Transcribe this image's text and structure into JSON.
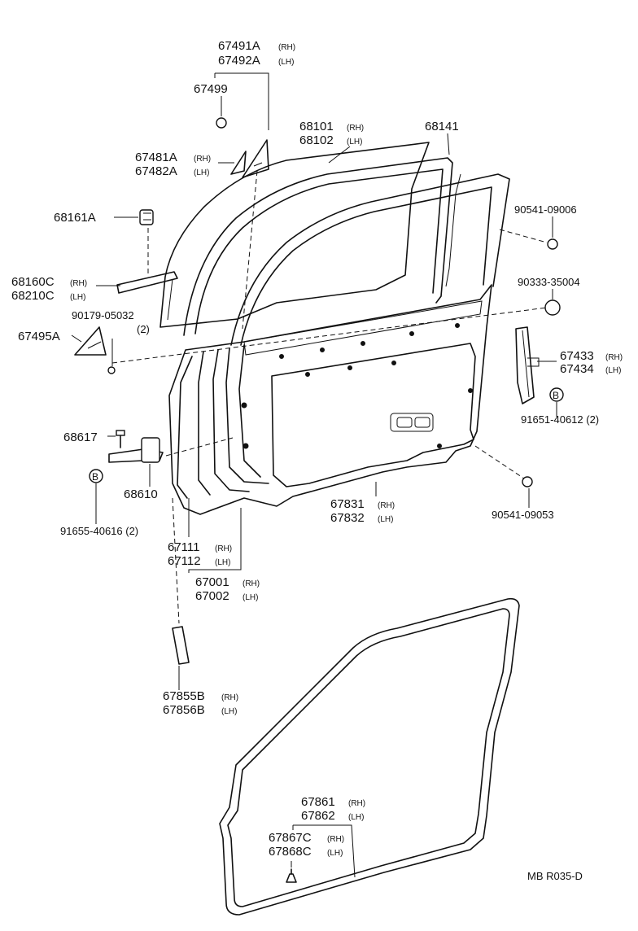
{
  "suffix": {
    "rh": "(RH)",
    "lh": "(LH)"
  },
  "parts": {
    "p67491A": "67491A",
    "p67492A": "67492A",
    "p67499": "67499",
    "p67481A": "67481A",
    "p67482A": "67482A",
    "p68101": "68101",
    "p68102": "68102",
    "p68141": "68141",
    "p68161A": "68161A",
    "p90541_09006": "90541-09006",
    "p68160C": "68160C",
    "p68210C": "68210C",
    "p90333_35004": "90333-35004",
    "p90179_05032": "90179-05032",
    "q90179": "(2)",
    "p67495A": "67495A",
    "p67433": "67433",
    "p67434": "67434",
    "b_right": "B",
    "p91651_40612": "91651-40612 (2)",
    "p68617": "68617",
    "b_left": "B",
    "p68610": "68610",
    "p91655_40616": "91655-40616 (2)",
    "p67831": "67831",
    "p67832": "67832",
    "p90541_09053": "90541-09053",
    "p67111": "67111",
    "p67112": "67112",
    "p67001": "67001",
    "p67002": "67002",
    "p67855B": "67855B",
    "p67856B": "67856B",
    "p67861": "67861",
    "p67862": "67862",
    "p67867C": "67867C",
    "p67868C": "67868C",
    "diagram_code": "MB  R035-D"
  }
}
